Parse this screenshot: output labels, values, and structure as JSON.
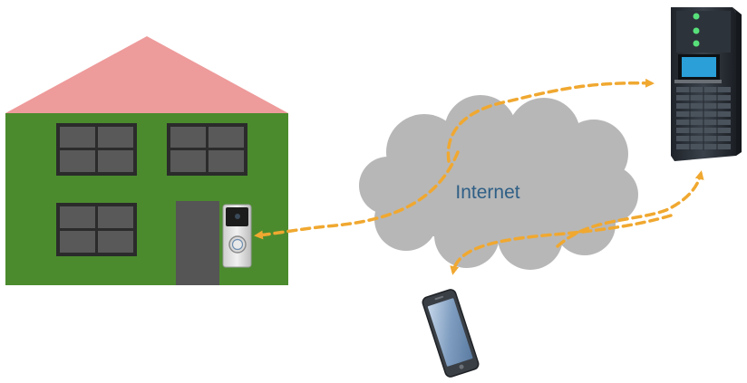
{
  "cloud": {
    "label": "Internet"
  },
  "colors": {
    "roof": "#ee9b9b",
    "wall": "#4b8b2e",
    "window_frame": "#2b2b2b",
    "window_pane": "#595959",
    "door": "#555555",
    "cloud": "#b7b7b7",
    "cloud_text": "#2f5f86",
    "arrow": "#f0a830",
    "server_body": "#2a2f36",
    "server_screen": "#2a9fd8",
    "phone_body": "#3a3f45",
    "phone_screen": "#8aa7c8"
  },
  "icons": {
    "house": "house-icon",
    "doorbell": "video-doorbell-icon",
    "cloud": "cloud-icon",
    "server": "server-rack-icon",
    "phone": "smartphone-icon"
  },
  "connections": [
    {
      "from": "internet",
      "to": "server",
      "style": "dashed-arrow"
    },
    {
      "from": "internet",
      "to": "doorbell",
      "style": "dashed-arrow"
    },
    {
      "from": "server",
      "to": "internet",
      "style": "dashed-arrow"
    },
    {
      "from": "internet",
      "to": "phone",
      "style": "dashed-arrow"
    }
  ]
}
